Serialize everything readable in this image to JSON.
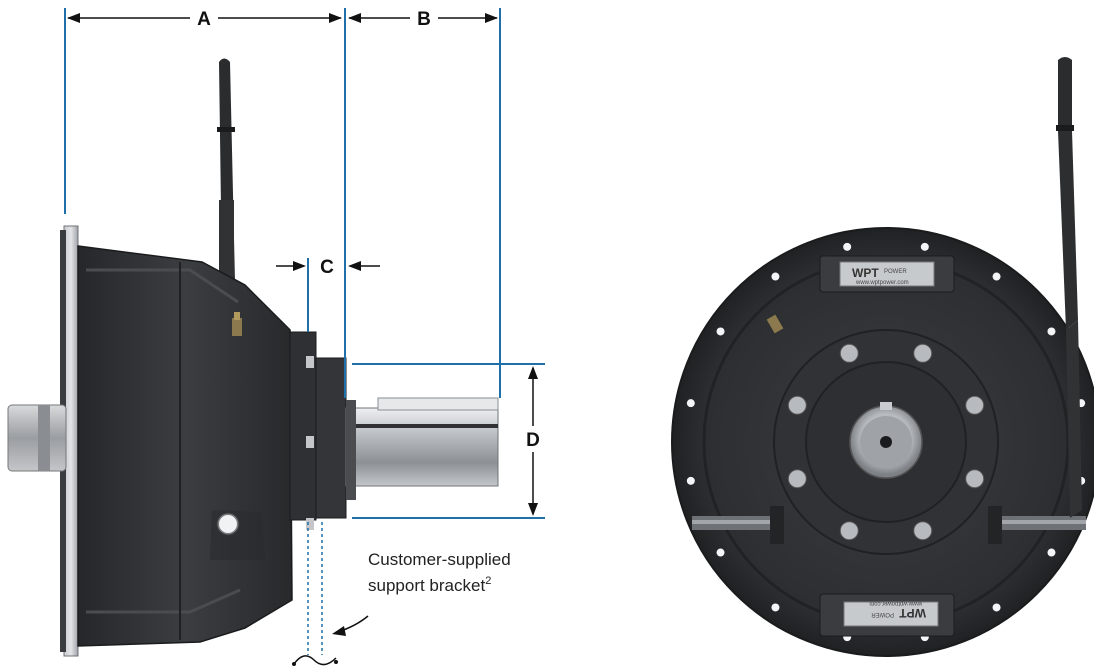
{
  "dimensions": {
    "a": "A",
    "b": "B",
    "c": "C",
    "d": "D"
  },
  "callout": {
    "line1": "Customer-supplied",
    "line2": "support bracket",
    "footnote": "2"
  },
  "nameplate": {
    "brand": "WPT",
    "brand_suffix": "POWER",
    "url": "www.wptpower.com"
  },
  "colors": {
    "dimension_line": "#1f6fa8",
    "arrow": "#111111",
    "housing_dark": "#2b2d2f",
    "housing_mid": "#3a3c3e",
    "shaft_light": "#c9ccd0"
  }
}
